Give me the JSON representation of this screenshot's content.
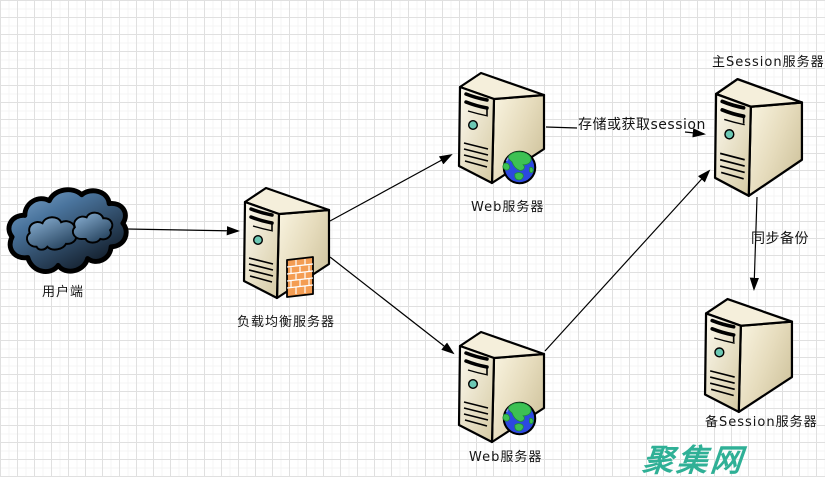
{
  "nodes": {
    "client": {
      "label": "用户端",
      "icon": "cloud-icon"
    },
    "load_balancer": {
      "label": "负载均衡服务器",
      "icon": "server-with-firewall-icon"
    },
    "web_server_top": {
      "label": "Web服务器",
      "icon": "server-with-globe-icon"
    },
    "web_server_bottom": {
      "label": "Web服务器",
      "icon": "server-with-globe-icon"
    },
    "session_primary": {
      "label": "主Session服务器",
      "icon": "server-icon"
    },
    "session_backup": {
      "label": "备Session服务器",
      "icon": "server-icon"
    }
  },
  "edges": {
    "client_to_lb": {
      "label": ""
    },
    "lb_to_web_top": {
      "label": ""
    },
    "lb_to_web_bottom": {
      "label": ""
    },
    "web_top_to_session": {
      "label": "存储或获取session"
    },
    "web_bottom_to_session": {
      "label": ""
    },
    "session_sync": {
      "label": "同步备份"
    }
  },
  "watermark": {
    "text": "聚集网"
  },
  "colors": {
    "grid_major": "#e0e0e0",
    "grid_minor": "#f4f4f4",
    "arrow": "#000000",
    "watermark": "#2fb096",
    "server_front_light": "#fdfaf0",
    "server_front_dark": "#d7cca6",
    "server_side_light": "#faf5e2",
    "server_side_dark": "#d0c49e",
    "server_top": "#f5efdb",
    "power_button": "#6cc8b4",
    "firewall": "#f49d53",
    "globe_ocean": "#2c49e0",
    "globe_land": "#3dc153",
    "cloud_light": "#83abd0",
    "cloud_mid": "#4a749d",
    "cloud_dark": "#0e1722"
  }
}
